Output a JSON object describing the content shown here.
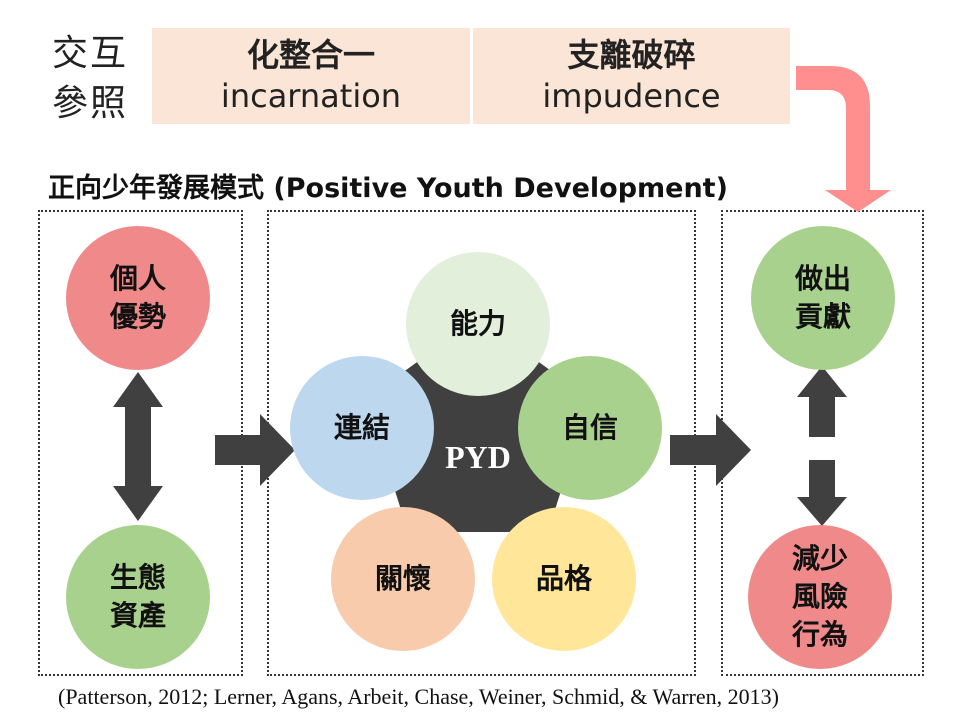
{
  "header": {
    "label_line1": "交互",
    "label_line2": "參照",
    "concepts": [
      {
        "zh": "化整合一",
        "en": "incarnation"
      },
      {
        "zh": "支離破碎",
        "en": "impudence"
      }
    ]
  },
  "section_title": "正向少年發展模式 (Positive Youth Development)",
  "left_panel": {
    "top_circle": "個人\n優勢",
    "bottom_circle": "生態\n資產"
  },
  "center_panel": {
    "hub_label": "PYD",
    "circles": [
      "能力",
      "自信",
      "品格",
      "關懷",
      "連結"
    ]
  },
  "right_panel": {
    "top_circle": "做出\n貢獻",
    "bottom_circle": "減少\n風險\n行為"
  },
  "colors": {
    "red": "#f08a8a",
    "green": "#a9d18e",
    "light_green": "#e2efda",
    "blue": "#bdd7ee",
    "peach": "#f8cbad",
    "yellow": "#ffe699",
    "dark": "#404040",
    "pink_arrow": "#ff8f8f",
    "concept_bg": "#fbe5d6"
  },
  "citation": "(Patterson, 2012; Lerner, Agans, Arbeit, Chase, Weiner, Schmid, & Warren, 2013)"
}
